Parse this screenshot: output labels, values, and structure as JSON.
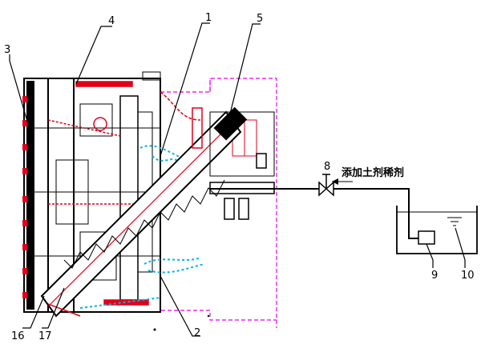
{
  "labels": {
    "l1": "1",
    "l2": "2",
    "l3": "3",
    "l4": "4",
    "l5": "5",
    "l6": "16",
    "l7": "17",
    "l8": "8",
    "l9": "9",
    "l10": "10"
  },
  "additive_label": "添加土剂稀剂",
  "colors": {
    "outline": "#000000",
    "accent_red": "#e0001b",
    "accent_magenta": "#e600e6",
    "accent_cyan": "#00b4e6",
    "accent_green": "#00a000"
  }
}
